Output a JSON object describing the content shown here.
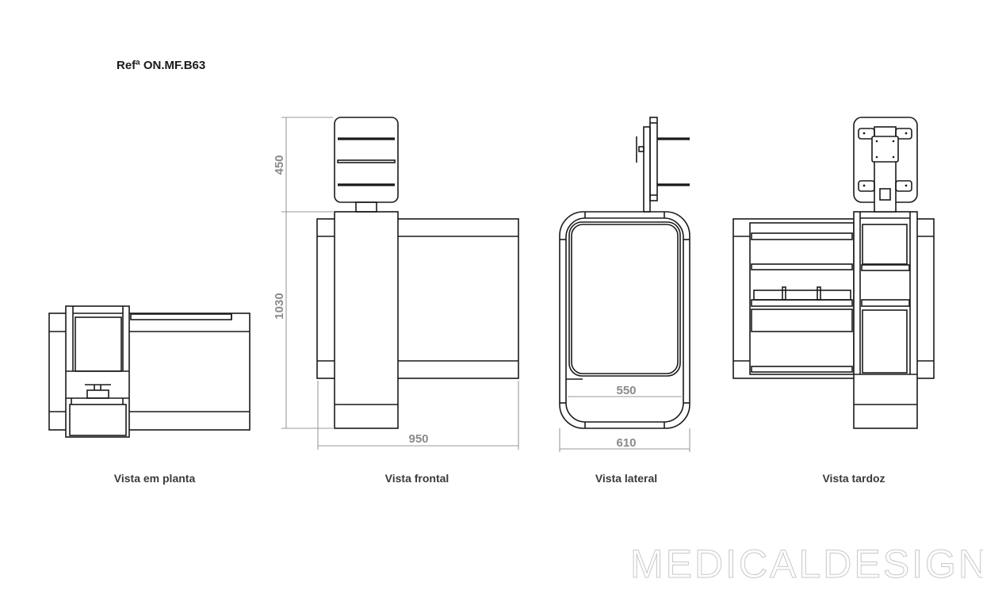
{
  "reference": "Refª ON.MF.B63",
  "views": [
    {
      "label": "Vista em planta"
    },
    {
      "label": "Vista frontal"
    },
    {
      "label": "Vista lateral"
    },
    {
      "label": "Vista tardoz"
    }
  ],
  "dimensions": {
    "frontal_monitor_height": "450",
    "frontal_total_height": "1030",
    "frontal_width": "950",
    "lateral_inner_depth": "550",
    "lateral_outer_depth": "610"
  },
  "watermark": "MEDICALDESIGN"
}
